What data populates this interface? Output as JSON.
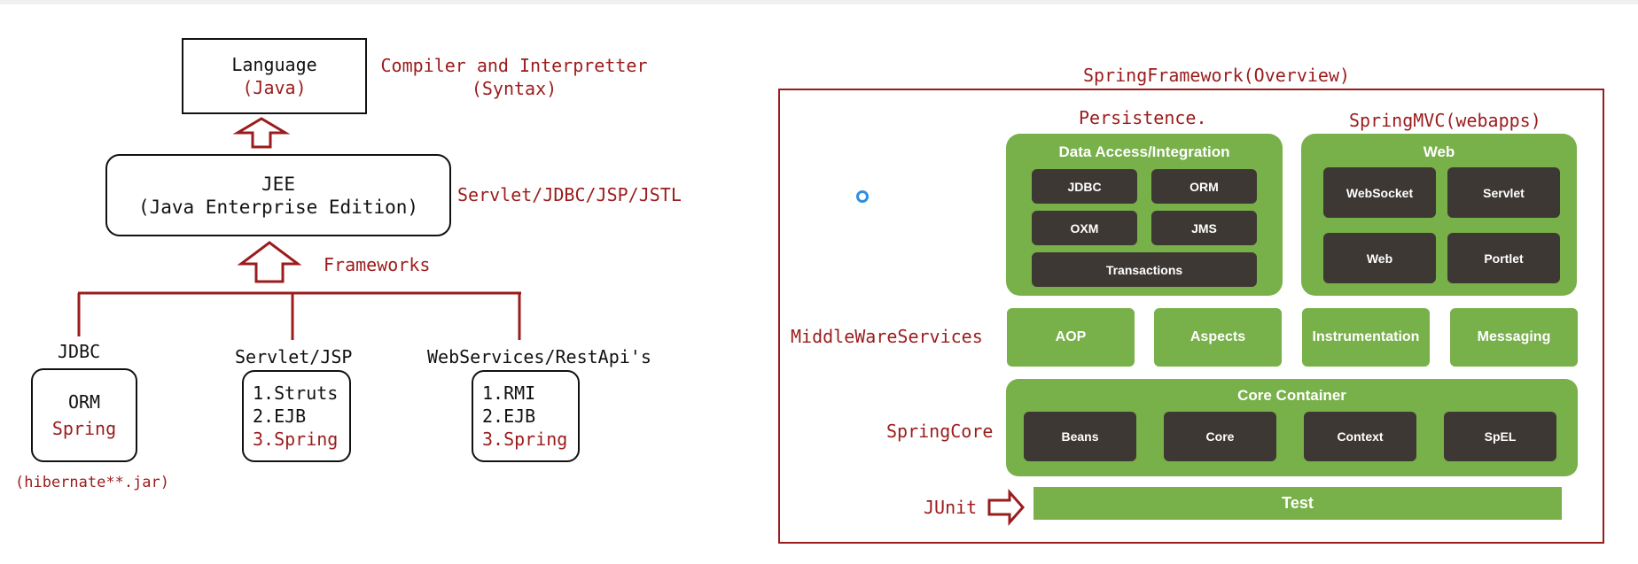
{
  "left": {
    "language_box": {
      "line1": "Language",
      "line2": "(Java)"
    },
    "compiler_note": {
      "line1": "Compiler and Interpretter",
      "line2": "(Syntax)"
    },
    "jee_box": {
      "line1": "JEE",
      "line2": "(Java Enterprise Edition)"
    },
    "jee_note": "Servlet/JDBC/JSP/JSTL",
    "frameworks_label": "Frameworks",
    "branches": [
      {
        "label": "JDBC",
        "items": [
          "ORM",
          "Spring"
        ],
        "footnote": "(hibernate**.jar)"
      },
      {
        "label": "Servlet/JSP",
        "items": [
          "1.Struts",
          "2.EJB",
          "3.Spring"
        ]
      },
      {
        "label": "WebServices/RestApi's",
        "items": [
          "1.RMI",
          "2.EJB",
          "3.Spring"
        ]
      }
    ]
  },
  "right": {
    "title": "SpringFramework(Overview)",
    "persistence_label": "Persistence.",
    "springmvc_label": "SpringMVC(webapps)",
    "middleware_label": "MiddleWareServices",
    "springcore_label": "SpringCore",
    "junit_label": "JUnit",
    "data_access": {
      "title": "Data Access/Integration",
      "modules": [
        "JDBC",
        "ORM",
        "OXM",
        "JMS",
        "Transactions"
      ]
    },
    "web": {
      "title": "Web",
      "modules": [
        "WebSocket",
        "Servlet",
        "Web",
        "Portlet"
      ]
    },
    "middleware_modules": [
      "AOP",
      "Aspects",
      "Instrumentation",
      "Messaging"
    ],
    "core_container": {
      "title": "Core Container",
      "modules": [
        "Beans",
        "Core",
        "Context",
        "SpEL"
      ]
    },
    "test_label": "Test"
  },
  "colors": {
    "accent_red": "#9b1c1c",
    "spring_green": "#78b04a",
    "module_dark": "#3e3834",
    "cursor_blue": "#2f8ee0"
  }
}
